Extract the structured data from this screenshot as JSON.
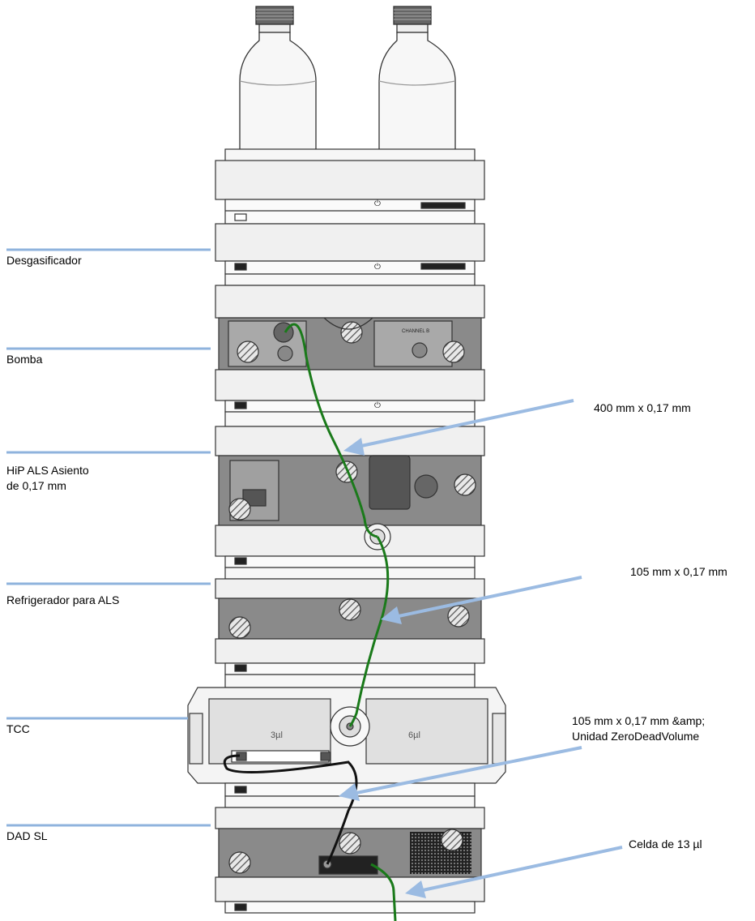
{
  "left_labels": [
    {
      "id": "desgasificador",
      "lines": [
        "Desgasificador"
      ]
    },
    {
      "id": "bomba",
      "lines": [
        "Bomba"
      ]
    },
    {
      "id": "hip-als",
      "lines": [
        "HiP ALS   Asiento",
        "de 0,17 mm"
      ]
    },
    {
      "id": "refrigerador",
      "lines": [
        "Refrigerador para ALS"
      ]
    },
    {
      "id": "tcc",
      "lines": [
        "TCC"
      ]
    },
    {
      "id": "dad",
      "lines": [
        "DAD SL"
      ]
    }
  ],
  "right_labels": [
    {
      "id": "cap-400",
      "lines": [
        "400 mm x 0,17 mm"
      ]
    },
    {
      "id": "cap-105a",
      "lines": [
        "105 mm x 0,17 mm"
      ]
    },
    {
      "id": "cap-105b",
      "lines": [
        "105 mm x 0,17 mm &amp;",
        "Unidad ZeroDeadVolume"
      ]
    },
    {
      "id": "cell",
      "lines": [
        "Celda de 13 µl"
      ]
    }
  ],
  "module_text": {
    "channel_b": "CHANNEL B",
    "loop_left": "3µl",
    "loop_right": "6µl"
  },
  "colors": {
    "leader_line": "#8fb3dd",
    "arrow": "#9bbbe2",
    "capillary_green": "#1a7a1a",
    "capillary_black": "#111111",
    "module_panel": "#f3f3f3",
    "module_window": "#8a8a8a",
    "outline": "#333333"
  }
}
